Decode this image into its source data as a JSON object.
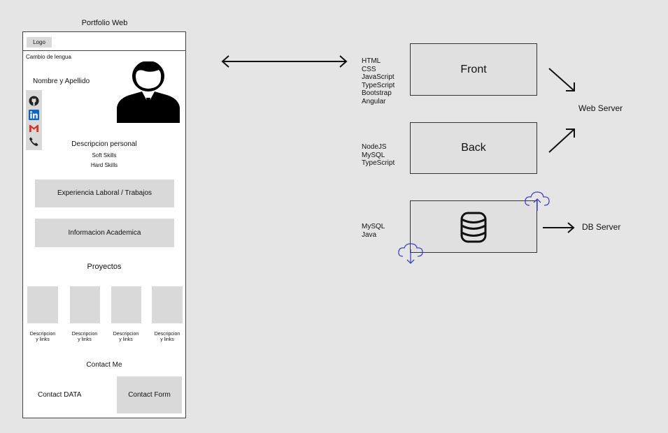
{
  "frame": {
    "title": "Portfolio Web",
    "logo": "Logo",
    "language": "Cambio de lengua",
    "name": "Nombre y Apellido",
    "social_icons": [
      "github-icon",
      "linkedin-icon",
      "gmail-icon",
      "phone-icon"
    ],
    "description_title": "Descripcion personal",
    "soft_skills": "Soft Skills",
    "hard_skills": "Hard Skills",
    "experience_button": "Experiencia Laboral / Trabajos",
    "education_button": "Informacion Academica",
    "projects_title": "Proyectos",
    "projects": [
      {
        "line1": "Descripcion",
        "line2": "y links"
      },
      {
        "line1": "Descripcion",
        "line2": "y links"
      },
      {
        "line1": "Descripcion",
        "line2": "y links"
      },
      {
        "line1": "Descripcion",
        "line2": "y links"
      }
    ],
    "contact_title": "Contact Me",
    "contact_data": "Contact DATA",
    "contact_form": "Contact Form"
  },
  "architecture": {
    "front": {
      "label": "Front",
      "tech": [
        "HTML",
        "CSS",
        "JavaScript",
        "TypeScript",
        "Bootstrap",
        "Angular"
      ]
    },
    "back": {
      "label": "Back",
      "tech": [
        "NodeJS",
        "MySQL",
        "TypeScript"
      ]
    },
    "database": {
      "icon": "database-icon",
      "tech": [
        "MySQL",
        "Java"
      ]
    },
    "web_server": "Web Server",
    "db_server": "DB Server",
    "accent_color": "#4040c8"
  }
}
